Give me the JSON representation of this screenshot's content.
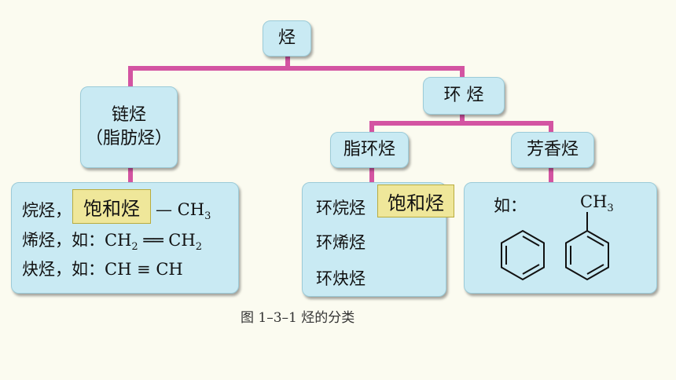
{
  "root": {
    "label": "烃"
  },
  "chain": {
    "title": "链烃",
    "subtitle": "（脂肪烃）"
  },
  "ring": {
    "label": "环 烃"
  },
  "alicyclic": {
    "label": "脂环烃"
  },
  "aromatic": {
    "label": "芳香烃"
  },
  "chain_detail": {
    "alkane": "烷烃，",
    "alkane_formula_tail": "— CH",
    "alkane_sub": "3",
    "alkene": "烯烃，如：CH",
    "alkene_sub1": "2",
    "alkene_mid": " ══ CH",
    "alkene_sub2": "2",
    "alkyne": "炔烃，如：CH ≡ CH"
  },
  "alicyclic_detail": {
    "cycloalkane": "环烷烃",
    "cycloalkene": "环烯烃",
    "cycloalkyne": "环炔烃"
  },
  "aromatic_detail": {
    "prefix": "如：",
    "methyl": "CH",
    "methyl_sub": "3"
  },
  "highlights": {
    "saturated_1": "饱和烃",
    "saturated_2": "饱和烃"
  },
  "caption": "图 1–3–1   烃的分类",
  "colors": {
    "box": "#c9eaf3",
    "connector": "#d354a2",
    "highlight": "#efe79a"
  }
}
